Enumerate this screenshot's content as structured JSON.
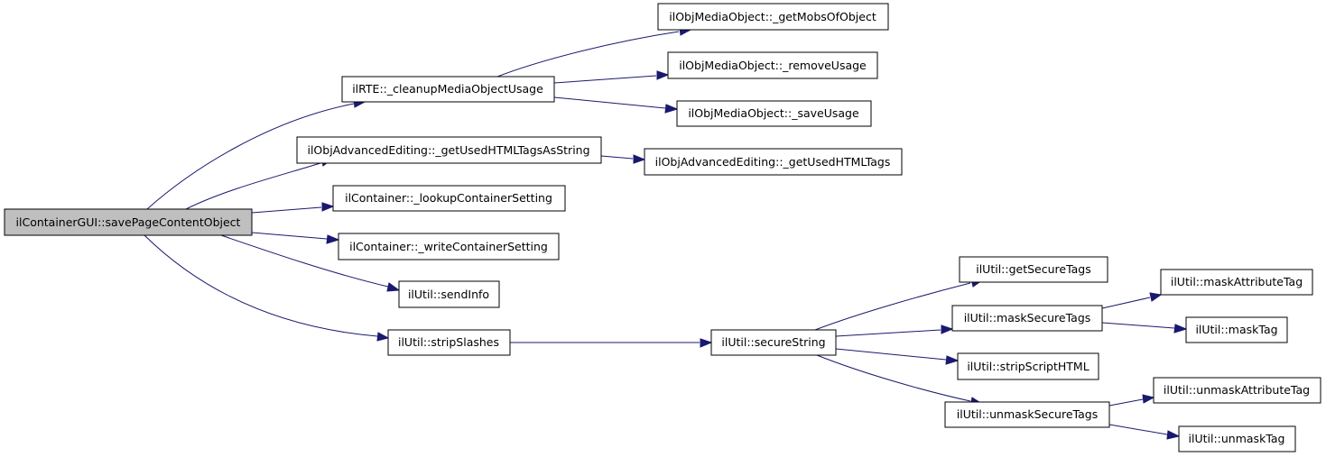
{
  "nodes": {
    "root": "ilContainerGUI::savePageContentObject",
    "rte_cleanup": "ilRTE::_cleanupMediaObjectUsage",
    "mob_get": "ilObjMediaObject::_getMobsOfObject",
    "mob_remove": "ilObjMediaObject::_removeUsage",
    "mob_save": "ilObjMediaObject::_saveUsage",
    "adv_get_string": "ilObjAdvancedEditing::_getUsedHTMLTagsAsString",
    "adv_get_tags": "ilObjAdvancedEditing::_getUsedHTMLTags",
    "cont_lookup": "ilContainer::_lookupContainerSetting",
    "cont_write": "ilContainer::_writeContainerSetting",
    "util_sendinfo": "ilUtil::sendInfo",
    "util_strip": "ilUtil::stripSlashes",
    "util_secure_string": "ilUtil::secureString",
    "util_get_secure_tags": "ilUtil::getSecureTags",
    "util_mask_secure_tags": "ilUtil::maskSecureTags",
    "util_mask_attr_tag": "ilUtil::maskAttributeTag",
    "util_mask_tag": "ilUtil::maskTag",
    "util_strip_script": "ilUtil::stripScriptHTML",
    "util_unmask_secure_tags": "ilUtil::unmaskSecureTags",
    "util_unmask_attr_tag": "ilUtil::unmaskAttributeTag",
    "util_unmask_tag": "ilUtil::unmaskTag"
  },
  "edges": [
    [
      "root",
      "rte_cleanup"
    ],
    [
      "root",
      "adv_get_string"
    ],
    [
      "root",
      "cont_lookup"
    ],
    [
      "root",
      "cont_write"
    ],
    [
      "root",
      "util_sendinfo"
    ],
    [
      "root",
      "util_strip"
    ],
    [
      "rte_cleanup",
      "mob_get"
    ],
    [
      "rte_cleanup",
      "mob_remove"
    ],
    [
      "rte_cleanup",
      "mob_save"
    ],
    [
      "adv_get_string",
      "adv_get_tags"
    ],
    [
      "util_strip",
      "util_secure_string"
    ],
    [
      "util_secure_string",
      "util_get_secure_tags"
    ],
    [
      "util_secure_string",
      "util_mask_secure_tags"
    ],
    [
      "util_secure_string",
      "util_strip_script"
    ],
    [
      "util_secure_string",
      "util_unmask_secure_tags"
    ],
    [
      "util_mask_secure_tags",
      "util_mask_attr_tag"
    ],
    [
      "util_mask_secure_tags",
      "util_mask_tag"
    ],
    [
      "util_unmask_secure_tags",
      "util_unmask_attr_tag"
    ],
    [
      "util_unmask_secure_tags",
      "util_unmask_tag"
    ]
  ],
  "colors": {
    "edge": "#191970",
    "root_fill": "#bfbfbf",
    "node_fill": "#ffffff",
    "border": "#000000"
  }
}
